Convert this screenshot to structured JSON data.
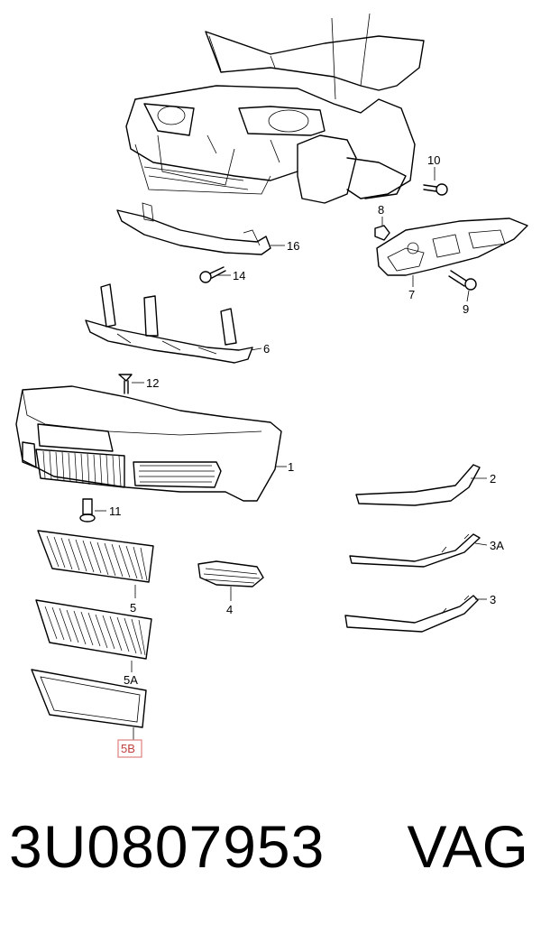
{
  "callouts": {
    "c10": "10",
    "c8": "8",
    "c16": "16",
    "c14": "14",
    "c7": "7",
    "c9": "9",
    "c6": "6",
    "c12": "12",
    "c1": "1",
    "c2": "2",
    "c11": "11",
    "c3A": "3A",
    "c5": "5",
    "c4": "4",
    "c3": "3",
    "c5A": "5A",
    "c5B": "5B"
  },
  "highlighted_callout": "5B",
  "highlight_color": "#e08080",
  "footer": {
    "part_number": "3U0807953",
    "brand": "VAG"
  }
}
